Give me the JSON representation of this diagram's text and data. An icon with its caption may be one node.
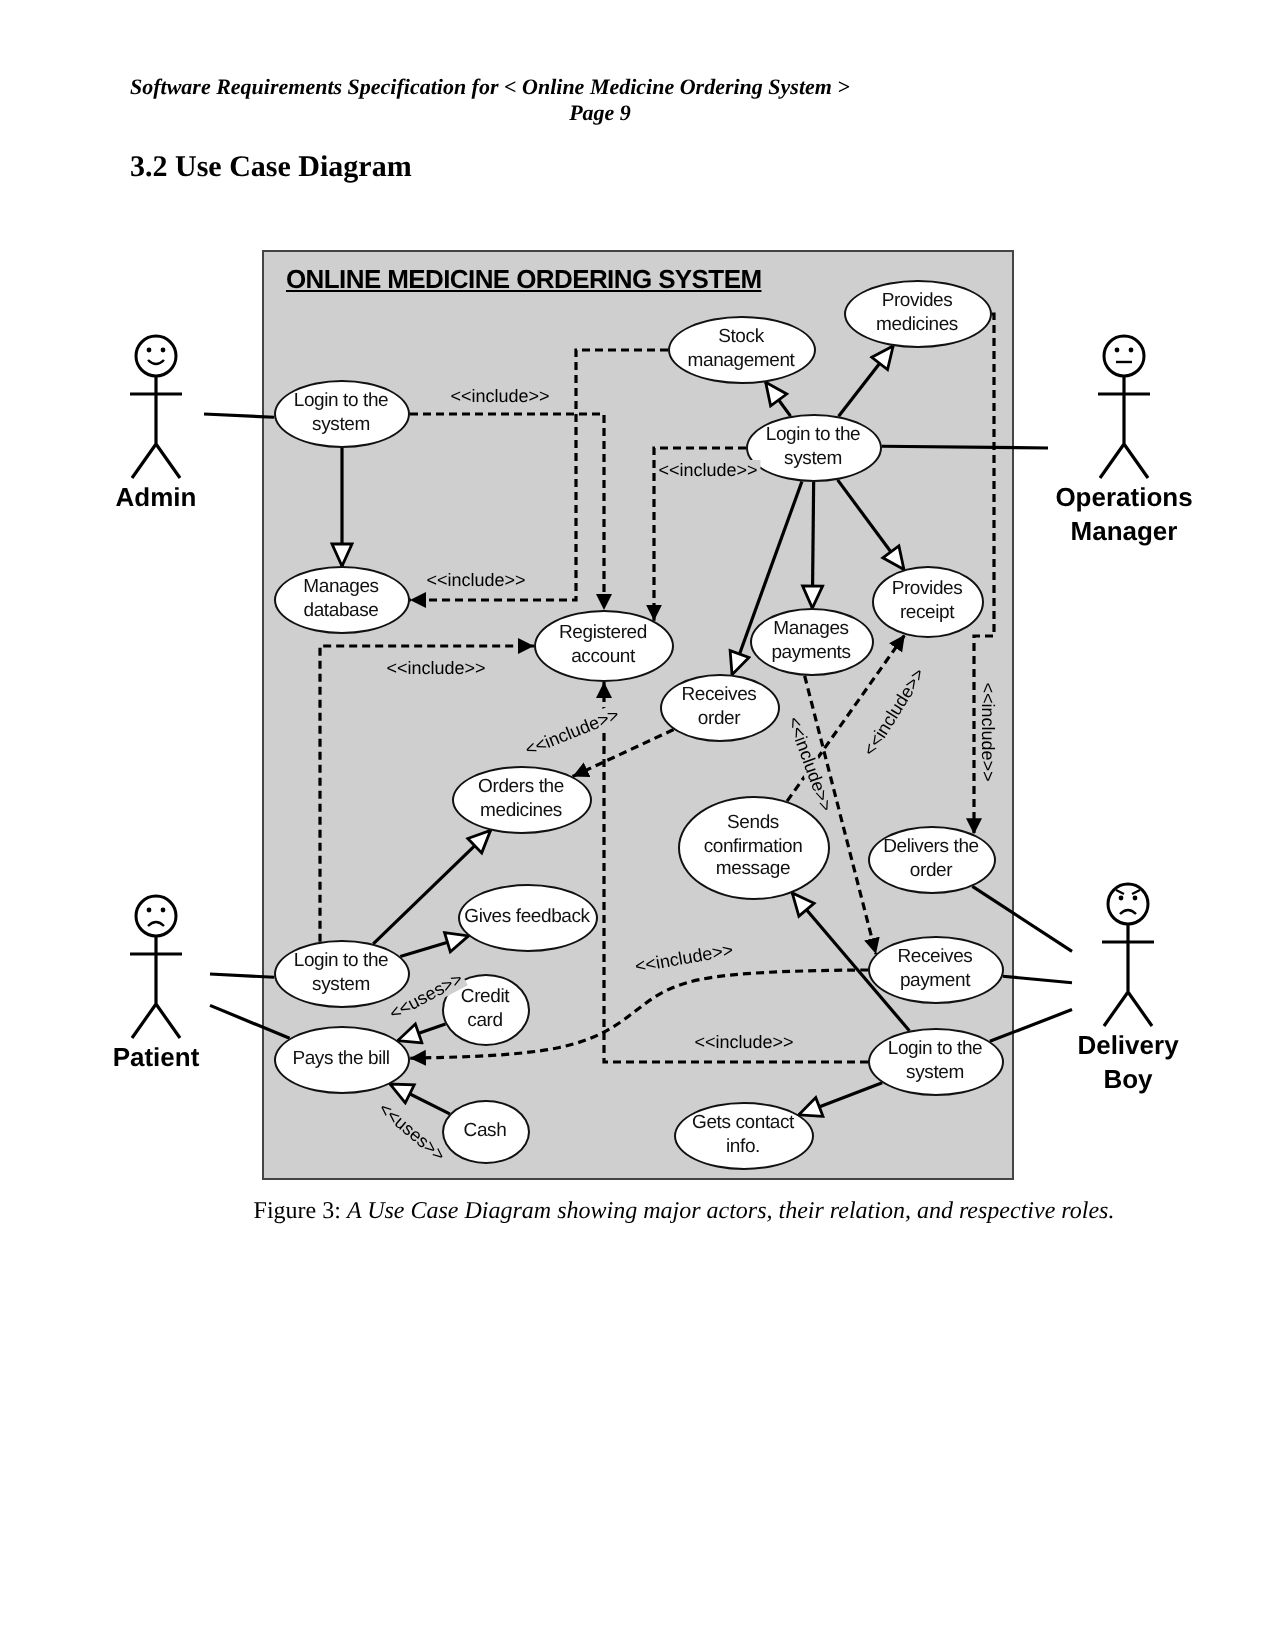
{
  "diagram": {
    "title": "3.2  Use Case Diagram",
    "caption": "Figure 3: *A Use Case Diagram showing major actors, their relation, and respective roles.*",
    "labels": [
      "Software Requirements Specification for < Online Medicine Ordering System >",
      "Page 9"
    ],
    "nodes": [
      {
        "text": [
          "ONLINE MEDICINE ORDERING SYSTEM"
        ]
      },
      {
        "text": [
          "Admin"
        ]
      },
      {
        "text": [
          "Operations Manager"
        ]
      },
      {
        "text": [
          "Patient"
        ]
      },
      {
        "text": [
          "Delivery Boy"
        ]
      },
      {
        "text": [
          "Login to the system"
        ],
        "in": 0
      },
      {
        "text": [
          "Stock management"
        ],
        "in": 0
      },
      {
        "text": [
          "Provides medicines"
        ],
        "in": 0
      },
      {
        "text": [
          "Login to the system"
        ],
        "in": 0
      },
      {
        "text": [
          "Manages database"
        ],
        "in": 0
      },
      {
        "text": [
          "Registered account"
        ],
        "in": 0
      },
      {
        "text": [
          "Provides receipt"
        ],
        "in": 0
      },
      {
        "text": [
          "Manages payments"
        ],
        "in": 0
      },
      {
        "text": [
          "Receives order"
        ],
        "in": 0
      },
      {
        "text": [
          "Orders the medicines"
        ],
        "in": 0
      },
      {
        "text": [
          "Sends confirmation message"
        ],
        "in": 0
      },
      {
        "text": [
          "Delivers the order"
        ],
        "in": 0
      },
      {
        "text": [
          "Gives feedback"
        ],
        "in": 0
      },
      {
        "text": [
          "Login to the system"
        ],
        "in": 0
      },
      {
        "text": [
          "Receives payment"
        ],
        "in": 0
      },
      {
        "text": [
          "Credit card"
        ],
        "in": 0
      },
      {
        "text": [
          "Pays the bill"
        ],
        "in": 0
      },
      {
        "text": [
          "Login to the system"
        ],
        "in": 0
      },
      {
        "text": [
          "Cash"
        ],
        "in": 0
      },
      {
        "text": [
          "Gets contact info."
        ],
        "in": 0
      }
    ],
    "edges": [
      {
        "from": 1,
        "to": 5,
        "arrow": "none"
      },
      {
        "from": 2,
        "to": 8,
        "arrow": "none"
      },
      {
        "from": 3,
        "to": 18,
        "arrow": "none"
      },
      {
        "from": 3,
        "to": 21,
        "arrow": "none"
      },
      {
        "from": 4,
        "to": 16,
        "arrow": "none"
      },
      {
        "from": 4,
        "to": 19,
        "arrow": "none"
      },
      {
        "from": 4,
        "to": 22,
        "arrow": "none"
      },
      {
        "from": 5,
        "to": 9,
        "arrow": "to"
      },
      {
        "from": 5,
        "to": 10,
        "arrow": "to",
        "style": "dashed",
        "label": "<<include>>"
      },
      {
        "from": 6,
        "to": 9,
        "arrow": "to",
        "style": "dashed",
        "label": "<<include>>"
      },
      {
        "from": 8,
        "to": 6,
        "arrow": "to"
      },
      {
        "from": 8,
        "to": 7,
        "arrow": "to"
      },
      {
        "from": 8,
        "to": 13,
        "arrow": "to"
      },
      {
        "from": 8,
        "to": 12,
        "arrow": "to"
      },
      {
        "from": 8,
        "to": 11,
        "arrow": "to"
      },
      {
        "from": 8,
        "to": 10,
        "arrow": "to",
        "style": "dashed",
        "label": "<<include>>"
      },
      {
        "from": 18,
        "to": 10,
        "arrow": "to",
        "style": "dashed",
        "label": "<<include>>"
      },
      {
        "from": 13,
        "to": 14,
        "arrow": "to",
        "style": "dashed",
        "label": "<<include>>"
      },
      {
        "from": 18,
        "to": 14,
        "arrow": "to"
      },
      {
        "from": 18,
        "to": 17,
        "arrow": "to"
      },
      {
        "from": 20,
        "to": 21,
        "arrow": "to",
        "label": "<<uses>>"
      },
      {
        "from": 23,
        "to": 21,
        "arrow": "to",
        "label": "<<uses>>"
      },
      {
        "from": 12,
        "to": 19,
        "arrow": "to",
        "style": "dashed",
        "label": "<<include>>"
      },
      {
        "from": 15,
        "to": 11,
        "arrow": "to",
        "style": "dashed",
        "label": "<<include>>"
      },
      {
        "from": 7,
        "to": 16,
        "arrow": "to",
        "style": "dashed",
        "label": "<<include>>"
      },
      {
        "from": 19,
        "to": 21,
        "arrow": "to",
        "style": "dashed",
        "label": "<<include>>"
      },
      {
        "from": 22,
        "to": 10,
        "arrow": "to",
        "style": "dashed",
        "label": "<<include>>"
      },
      {
        "from": 22,
        "to": 15,
        "arrow": "to"
      },
      {
        "from": 22,
        "to": 24,
        "arrow": "to"
      }
    ]
  }
}
